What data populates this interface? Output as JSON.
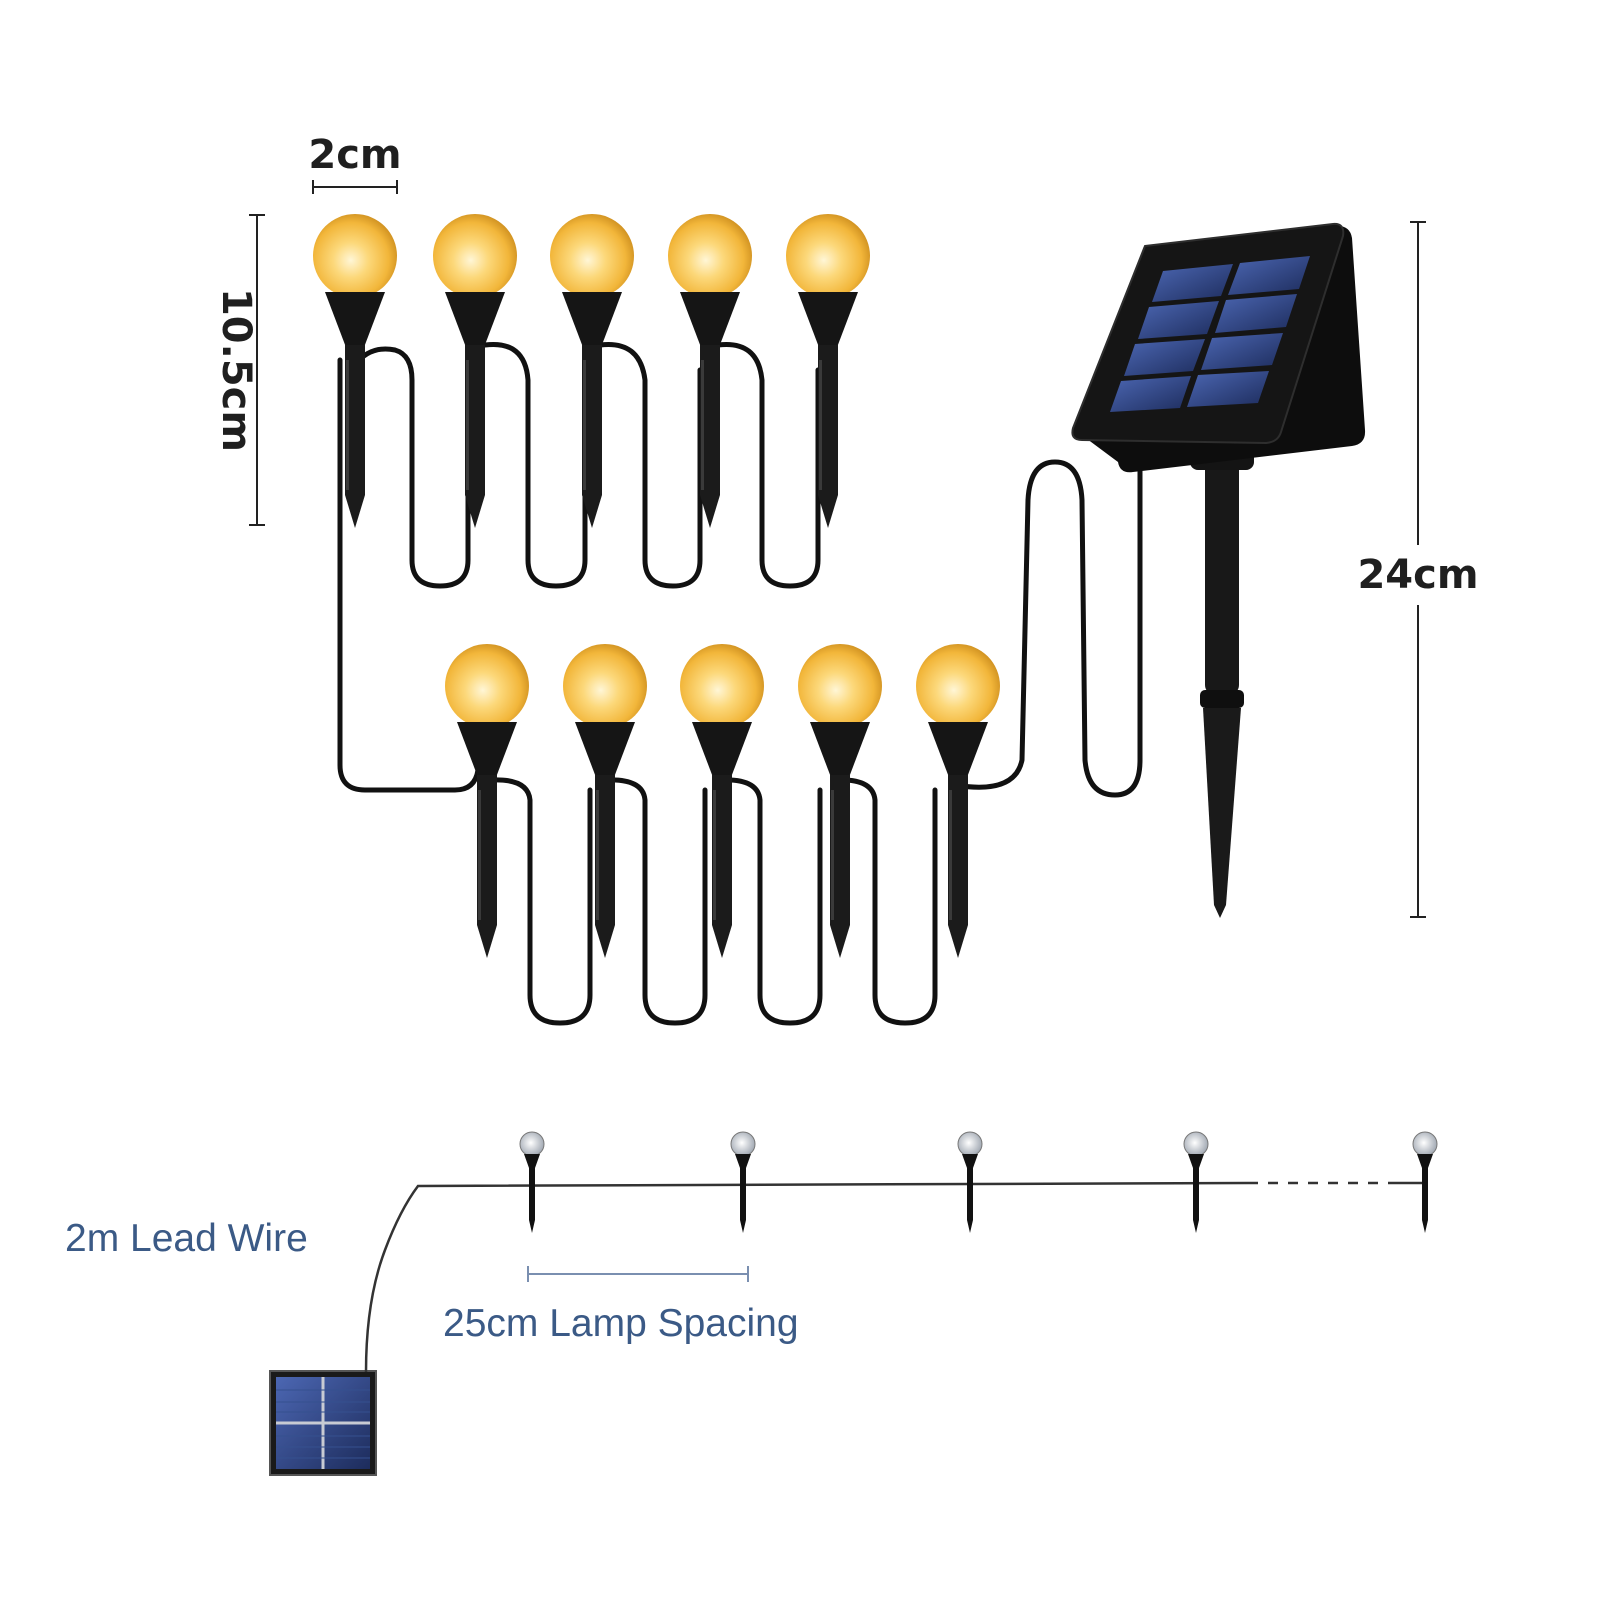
{
  "dimensions": {
    "bulb_width": "2cm",
    "stake_height": "10.5cm",
    "panel_stake_height": "24cm"
  },
  "captions": {
    "lead_wire": "2m Lead Wire",
    "lamp_spacing": "25cm Lamp Spacing"
  },
  "colors": {
    "bulb": "#f6c24a",
    "stake": "#161616",
    "panel_cell": "#2a3f77",
    "caption": "#3b5a86"
  },
  "product": {
    "lamp_count": 10,
    "diagram_lamp_count": 5
  }
}
